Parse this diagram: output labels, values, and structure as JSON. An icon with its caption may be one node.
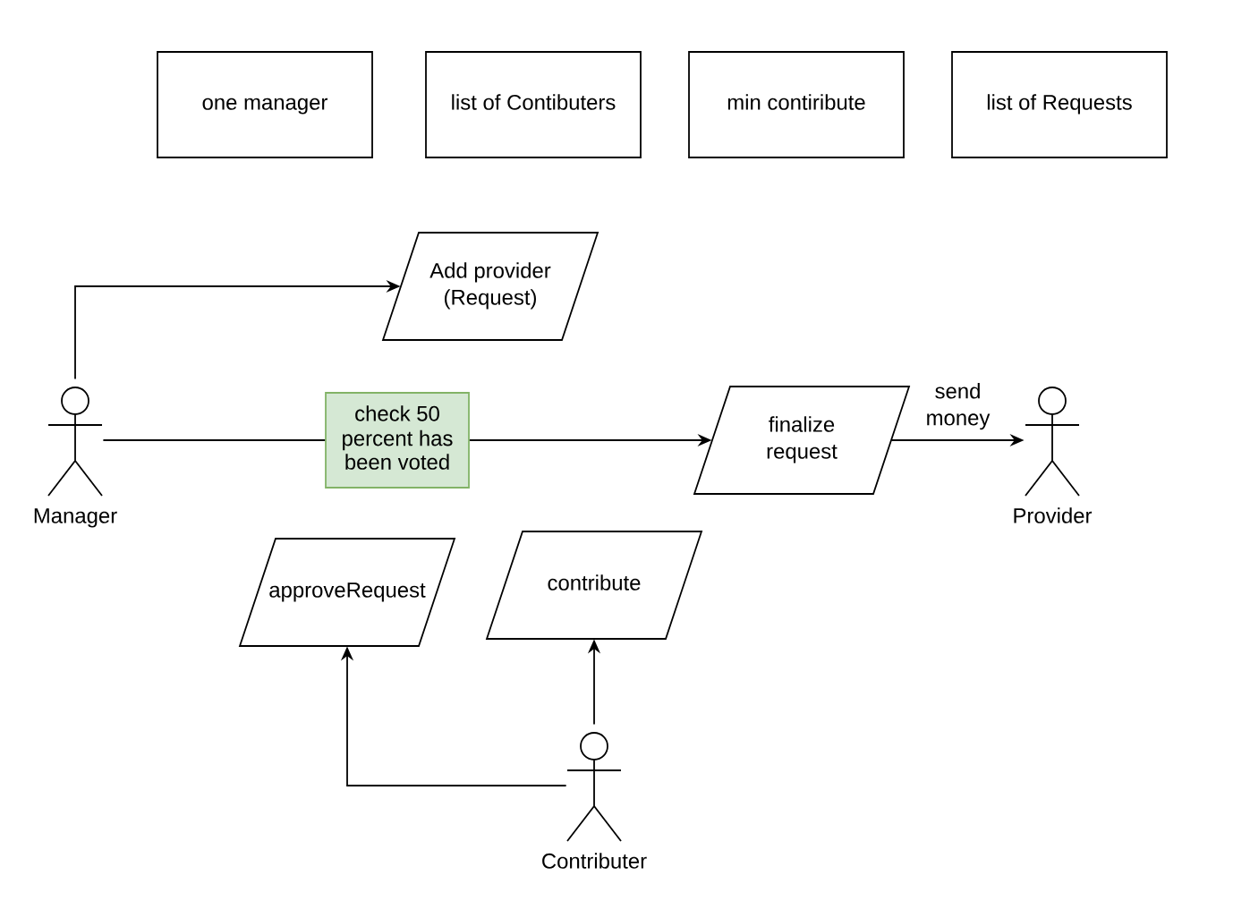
{
  "diagram": {
    "nodes": [
      {
        "text": [
          "one manager"
        ]
      },
      {
        "text": [
          "list of Contibuters"
        ]
      },
      {
        "text": [
          "min contiribute"
        ]
      },
      {
        "text": [
          "list of Requests"
        ]
      },
      {
        "text": [
          "Manager"
        ]
      },
      {
        "text": [
          "Add provider (Request)"
        ]
      },
      {
        "text": [
          "check 50 percent has been voted"
        ]
      },
      {
        "text": [
          "finalize request"
        ]
      },
      {
        "text": [
          "Provider"
        ]
      },
      {
        "text": [
          "approveRequest"
        ]
      },
      {
        "text": [
          "contribute"
        ]
      },
      {
        "text": [
          "Contributer"
        ]
      }
    ],
    "edges": [
      {
        "from": 4,
        "to": 5,
        "arrow": "to"
      },
      {
        "from": 4,
        "to": 6,
        "arrow": "none"
      },
      {
        "from": 6,
        "to": 7,
        "arrow": "to"
      },
      {
        "from": 7,
        "to": 8,
        "arrow": "to",
        "label": "send money"
      },
      {
        "from": 11,
        "to": 10,
        "arrow": "to"
      },
      {
        "from": 11,
        "to": 9,
        "arrow": "to"
      }
    ]
  }
}
